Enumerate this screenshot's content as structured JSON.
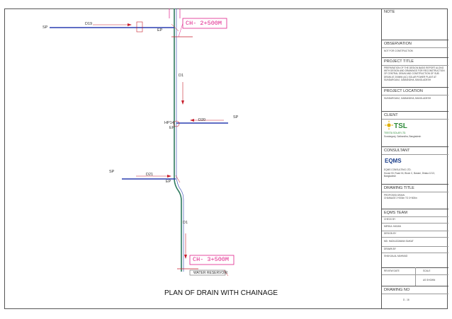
{
  "drawing": {
    "title": "PLAN OF DRAIN WITH CHAINAGE",
    "labels": {
      "sp1": "SP",
      "d19": "D19",
      "ep1": "EP",
      "ch_top": "CH- 2+500M",
      "d1_top": "D1",
      "sp2": "SP",
      "d20": "D20",
      "hp_label": "HP14",
      "ep2": "EP",
      "sp3": "SP",
      "d21": "D21",
      "ep3": "EP",
      "d1_bottom": "D1",
      "ch_bottom": "CH- 3+500M",
      "water_reservoir": "WATER RESERVOIR"
    }
  },
  "title_block": {
    "note_heading": "NOTE",
    "observation_heading": "OBSERVATION",
    "observation_text": "NOT FOR CONSTRUCTION",
    "project_title_heading": "PROJECT TITLE",
    "project_title_text": "PREPARATION OF THE DESIGN BASIS REPORT ALONG WITH DESIGN AND DRAWINGS FOR RECONSTRUCTION OF CENTRAL DRAIN AND CONSTRUCTION OF SUB DRAIN AT 200MW (AC) SOLAR POWER PLANT AT SUNDARGANJ, GAIBANDHA, BANGLADESH",
    "project_location_heading": "PROJECT LOCATION",
    "project_location_text": "SUNDARGANJ, GAIBANDHA, BANGLADESH",
    "client_heading": "CLIENT",
    "client_logo_text": "TSL",
    "client_name": "TEESTA SOLAR LTD.",
    "client_address": "Sundarganj, Gaibandha, Bangladesh",
    "consultant_heading": "CONSULTANT",
    "consultant_logo_text": "EQMS",
    "consultant_name": "EQMS CONSULTING LTD.",
    "consultant_address": "House 53, Road 04, Block C, Banani, Dhaka 1213, Bangladesh",
    "drawing_title_heading": "DRAWING TITLE",
    "drawing_title_text": "PROPOSED DRAIN\nCHAINAGE 2+500m TO 3+500m",
    "team_heading": "EQMS TEAM",
    "checked_by_label": "CHECK BY",
    "checked_by_name": "MIRDUL HASAN",
    "design_by_label": "DESIGN BY",
    "design_by_name": "MD. HADIUZZAMAN SAIKAT",
    "drawn_by_label": "DRAWN BY",
    "drawn_by_name": "SHAHJALAL MAHMUD",
    "review_date_label": "REVIEW DATE",
    "scale_label": "SCALE",
    "scale_value": "AS SHOWN",
    "drawing_no_heading": "DRAWING NO",
    "drawing_no_value": "D - 16"
  },
  "colors": {
    "drain_main": "#2f7a5e",
    "drain_branch": "#2a3fb0",
    "flow_arrow": "#c81e2c",
    "chainage_magenta": "#e0208a",
    "tsl_green": "#2e8b3a",
    "tsl_yellow": "#e0b000",
    "eqms_blue": "#1d3f8a"
  }
}
